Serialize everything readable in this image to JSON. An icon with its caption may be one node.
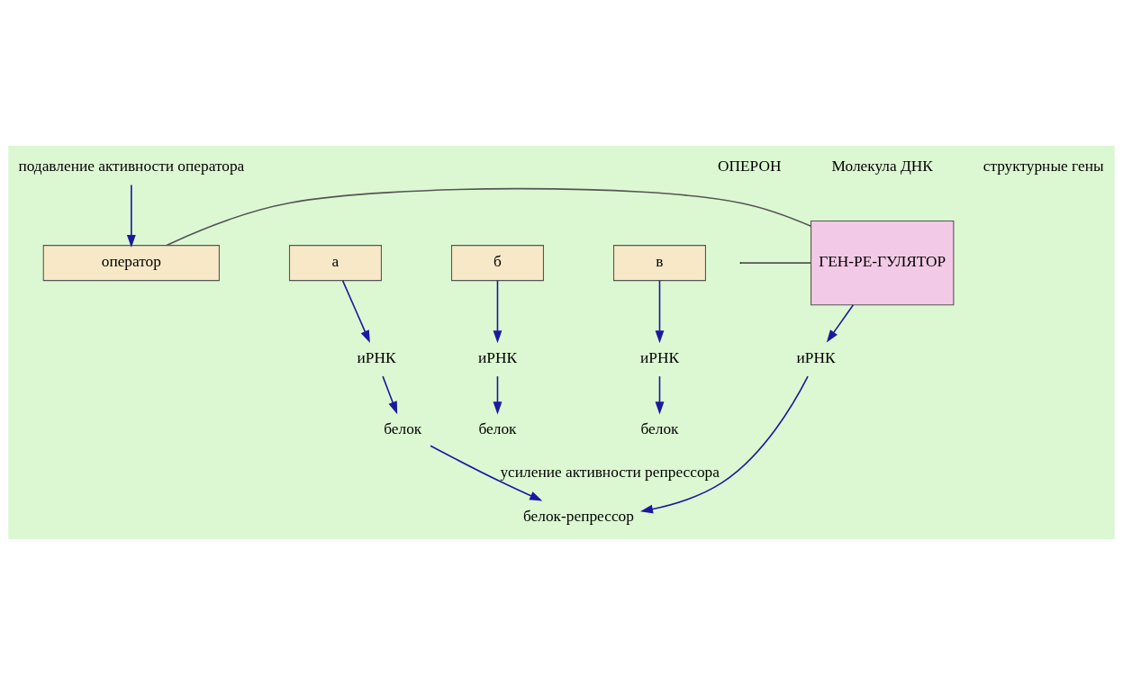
{
  "diagram": {
    "nodes": [
      {
        "text": [
          "ГЕН-РЕ-ГУЛЯТОР"
        ]
      },
      {
        "text": [
          "иРНК"
        ]
      },
      {
        "text": [
          "белок-репрессор"
        ]
      },
      {
        "text": [
          "оператор"
        ]
      },
      {
        "text": [
          "а"
        ]
      },
      {
        "text": [
          "б"
        ]
      },
      {
        "text": [
          "в"
        ]
      },
      {
        "text": [
          "иРНК"
        ]
      },
      {
        "text": [
          "иРНК"
        ]
      },
      {
        "text": [
          "иРНК"
        ]
      },
      {
        "text": [
          "белок"
        ]
      },
      {
        "text": [
          "белок"
        ]
      },
      {
        "text": [
          "белок"
        ]
      },
      {
        "text": [
          "подавление активности оператора"
        ]
      }
    ],
    "edges": [
      {
        "from": null,
        "to": 0,
        "arrow": "none",
        "color": "#555555"
      },
      {
        "from": 0,
        "to": 3,
        "arrow": "none",
        "color": "#555555"
      },
      {
        "from": 0,
        "to": 1,
        "arrow": "to"
      },
      {
        "from": 1,
        "to": 2,
        "arrow": "to"
      },
      {
        "from": 13,
        "to": 3,
        "arrow": "to"
      },
      {
        "from": 4,
        "to": 7,
        "arrow": "to"
      },
      {
        "from": 7,
        "to": 10,
        "arrow": "to"
      },
      {
        "from": 5,
        "to": 8,
        "arrow": "to"
      },
      {
        "from": 8,
        "to": 11,
        "arrow": "to"
      },
      {
        "from": 6,
        "to": 9,
        "arrow": "to"
      },
      {
        "from": 9,
        "to": 12,
        "arrow": "to"
      },
      {
        "from": 10,
        "to": 2,
        "arrow": "to",
        "label": "усиление активности репрессора"
      }
    ],
    "labels": [
      "ОПЕРОН",
      "Молекула ДНК",
      "структурные гены"
    ]
  }
}
